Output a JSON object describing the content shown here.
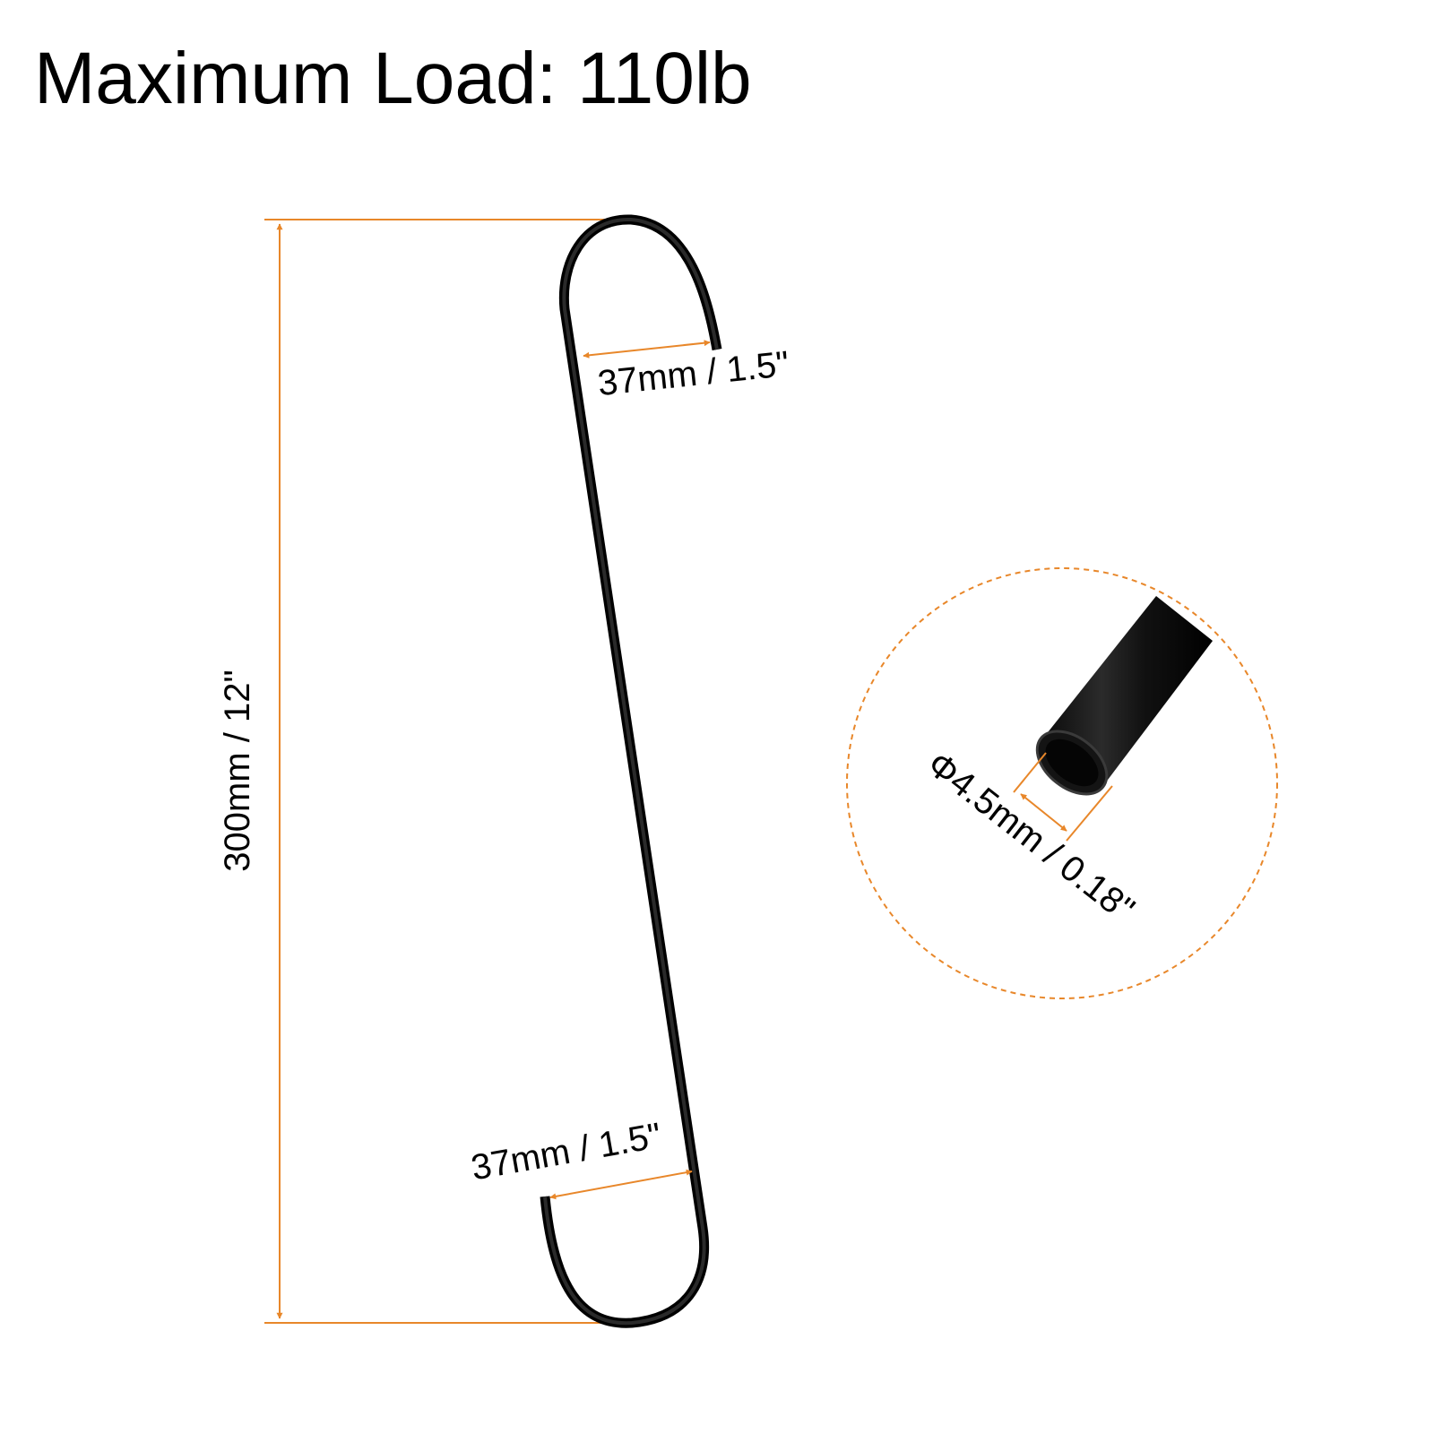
{
  "title": "Maximum Load: 110lb",
  "dimensions": {
    "length_label": "300mm / 12\"",
    "top_hook_opening_label": "37mm / 1.5\"",
    "bottom_hook_opening_label": "37mm / 1.5\"",
    "wire_diameter_label": "Φ4.5mm / 0.18\""
  },
  "colors": {
    "dimension_line": "#E8872A",
    "hook": "#111111",
    "text": "#000000",
    "background": "#FFFFFF"
  }
}
